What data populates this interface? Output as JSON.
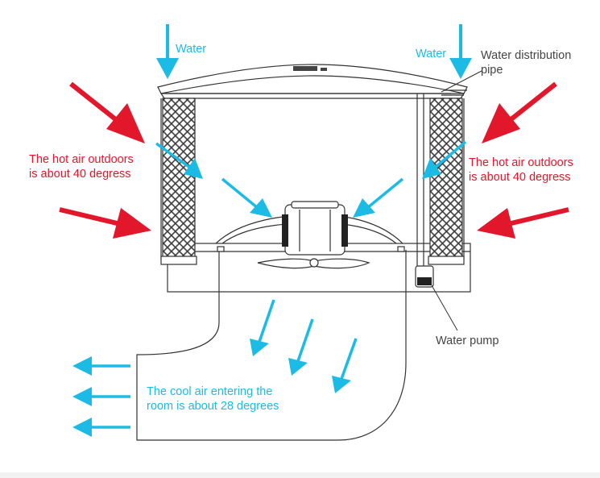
{
  "colors": {
    "water_arrow": "#1cbbe6",
    "hot_air_arrow": "#e3172b",
    "line_art": "#333333"
  },
  "labels": {
    "water_left": "Water",
    "water_right": "Water",
    "distribution_pipe": [
      "Water distribution",
      "pipe"
    ],
    "hot_air_left": [
      "The hot air outdoors",
      "is about 40 degress"
    ],
    "hot_air_right": [
      "The hot air outdoors",
      "is about 40 degress"
    ],
    "water_pump": "Water pump",
    "cool_air": [
      "The cool air entering the",
      "room is about 28 degrees"
    ]
  }
}
